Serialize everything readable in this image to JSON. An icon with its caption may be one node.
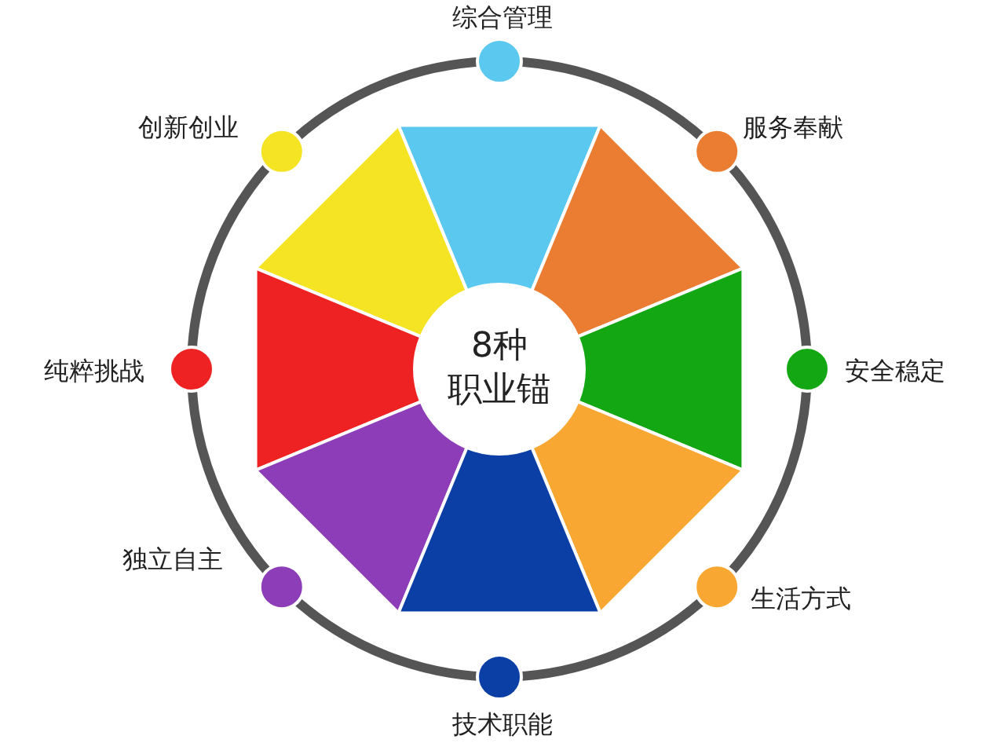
{
  "diagram": {
    "nodes": [
      {
        "text": [
          "8种",
          "职业锚"
        ]
      }
    ],
    "labels": [
      "综合管理",
      "创新创业",
      "服务奉献",
      "纯粹挑战",
      "安全稳定",
      "独立自主",
      "生活方式",
      "技术职能"
    ]
  }
}
